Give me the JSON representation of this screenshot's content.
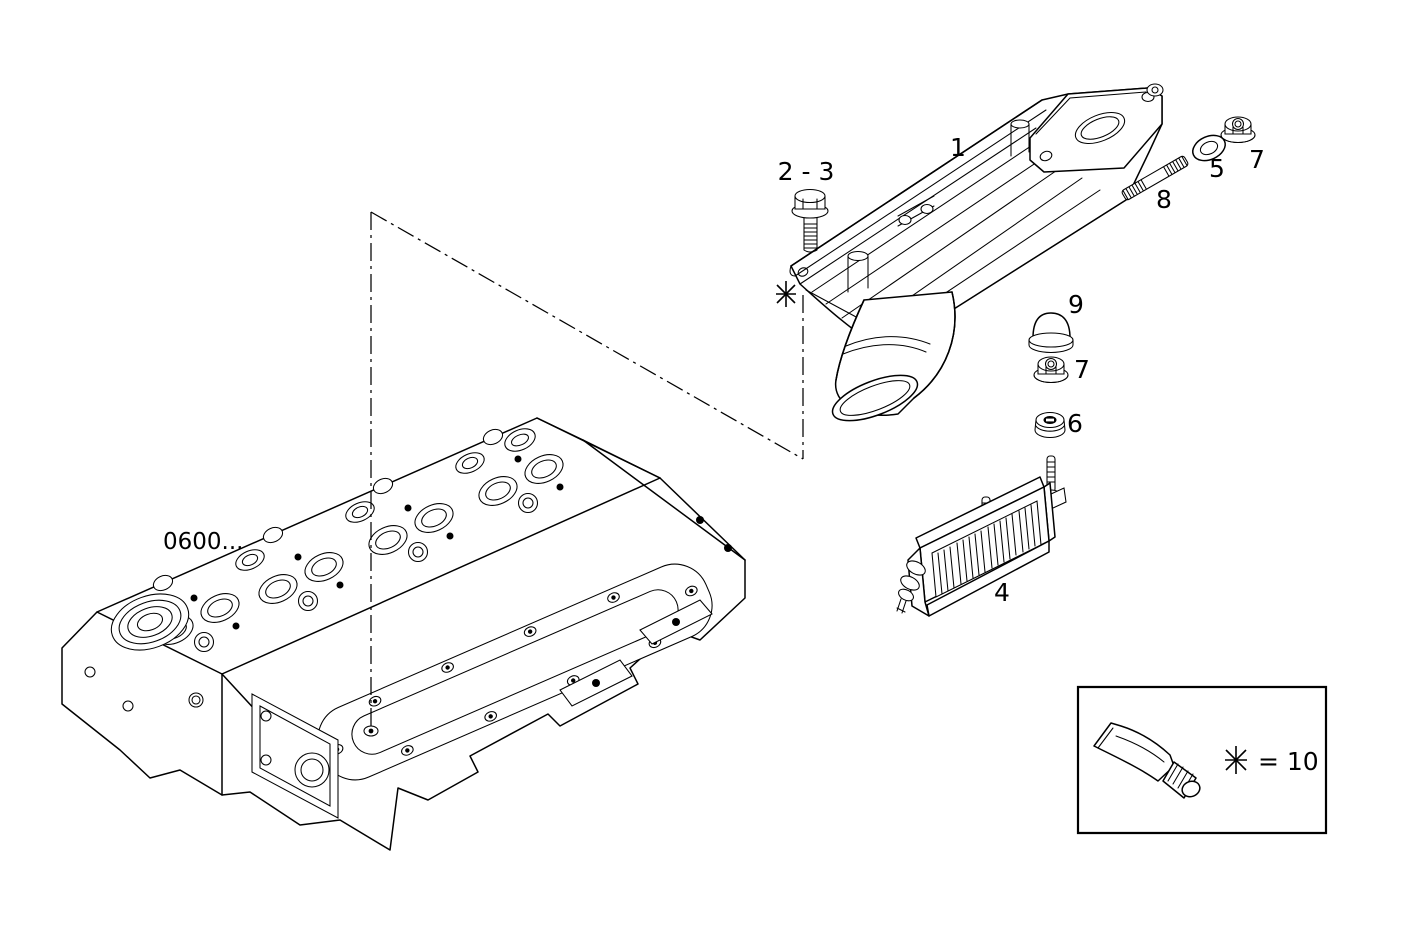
{
  "colors": {
    "background": "#ffffff",
    "line_art": "#000000"
  },
  "callouts": {
    "manifold": "1",
    "mounting_bolt": "2 - 3",
    "grid_heater": "4",
    "washer": "5",
    "grommet": "6",
    "nut_upper": "7",
    "nut_lower": "7",
    "stud": "8",
    "protective_cap": "9"
  },
  "cross_reference": "0600...",
  "legend": {
    "note": "= 10"
  }
}
